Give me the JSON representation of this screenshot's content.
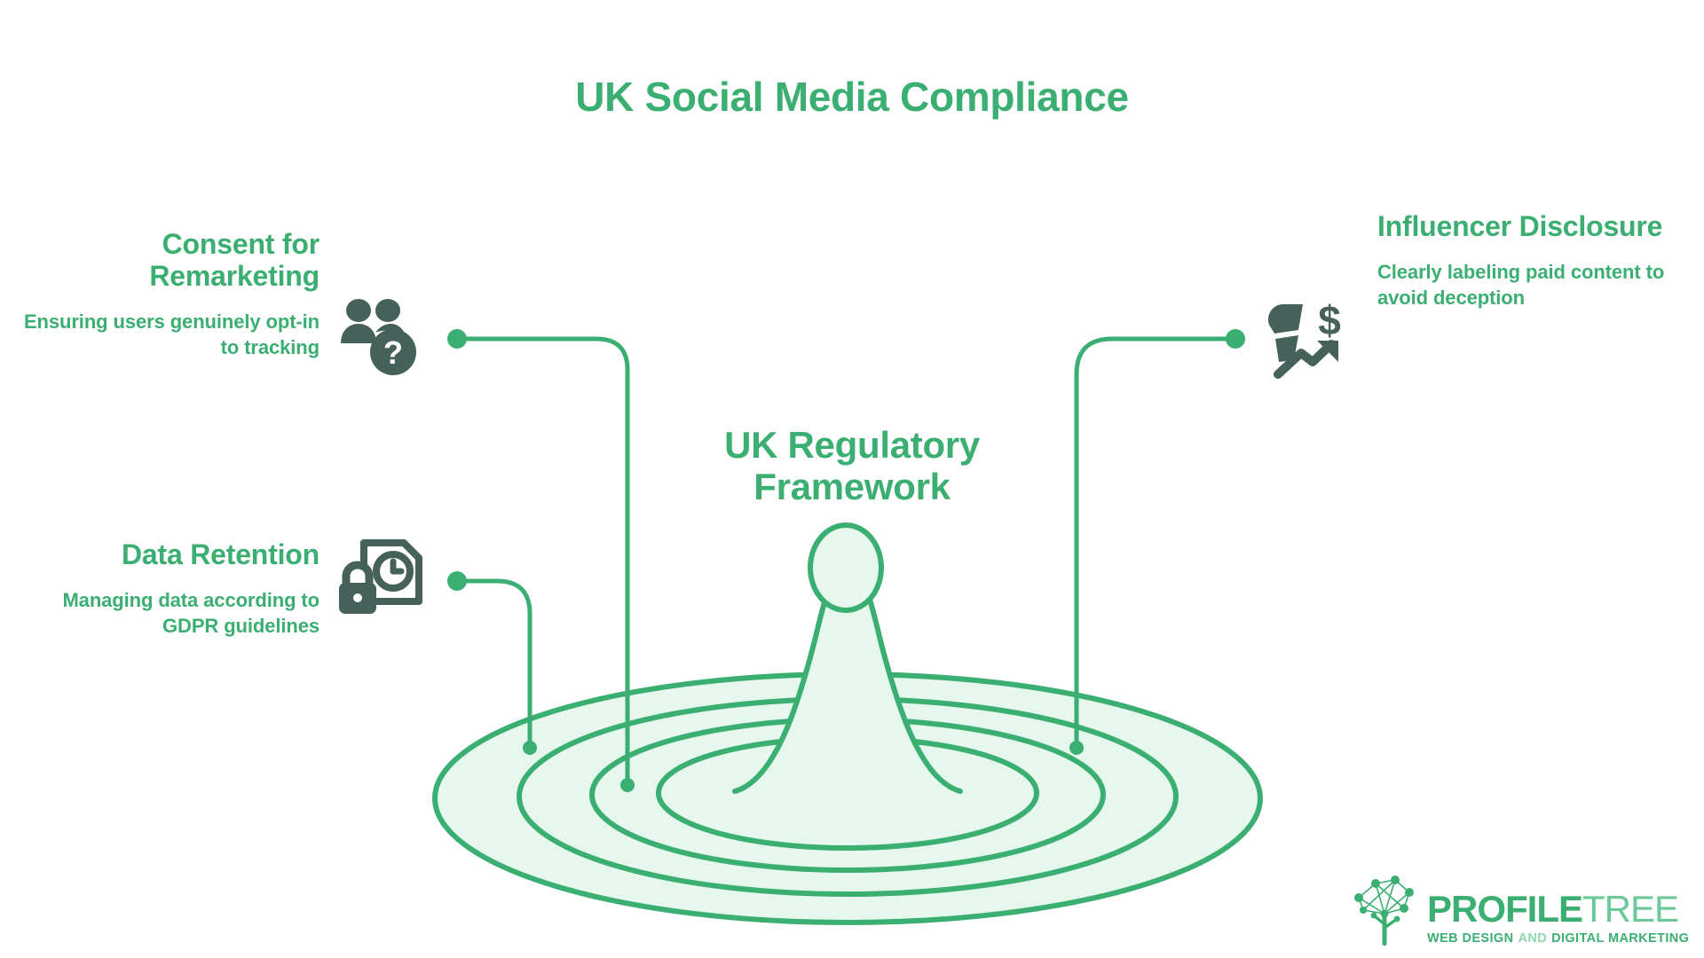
{
  "title": "UK Social Media Compliance",
  "center": {
    "label_line1": "UK Regulatory",
    "label_line2": "Framework",
    "icon": "water-droplet-ripple-graphic"
  },
  "colors": {
    "brand_green": "#3BAE72",
    "ripple_stroke": "#3BAE72",
    "ripple_fill": "#E6F7EE",
    "icon_dark": "#46615A",
    "background": "#FFFFFF"
  },
  "nodes": [
    {
      "id": "consent-for-remarketing",
      "title": "Consent for Remarketing",
      "description": "Ensuring users genuinely opt-in to tracking",
      "icon": "users-question-mark-icon",
      "side": "left"
    },
    {
      "id": "data-retention",
      "title": "Data Retention",
      "description": "Managing data according to GDPR guidelines",
      "icon": "document-clock-lock-icon",
      "side": "left"
    },
    {
      "id": "influencer-disclosure",
      "title": "Influencer Disclosure",
      "description": "Clearly labeling paid content to avoid deception",
      "icon": "megaphone-dollar-growth-icon",
      "side": "right"
    }
  ],
  "logo": {
    "icon": "network-tree-icon",
    "word_bold": "PROFILE",
    "word_light": "TREE",
    "tagline_part1": "WEB DESIGN",
    "tagline_part2": "AND",
    "tagline_part3": "DIGITAL MARKETING"
  }
}
